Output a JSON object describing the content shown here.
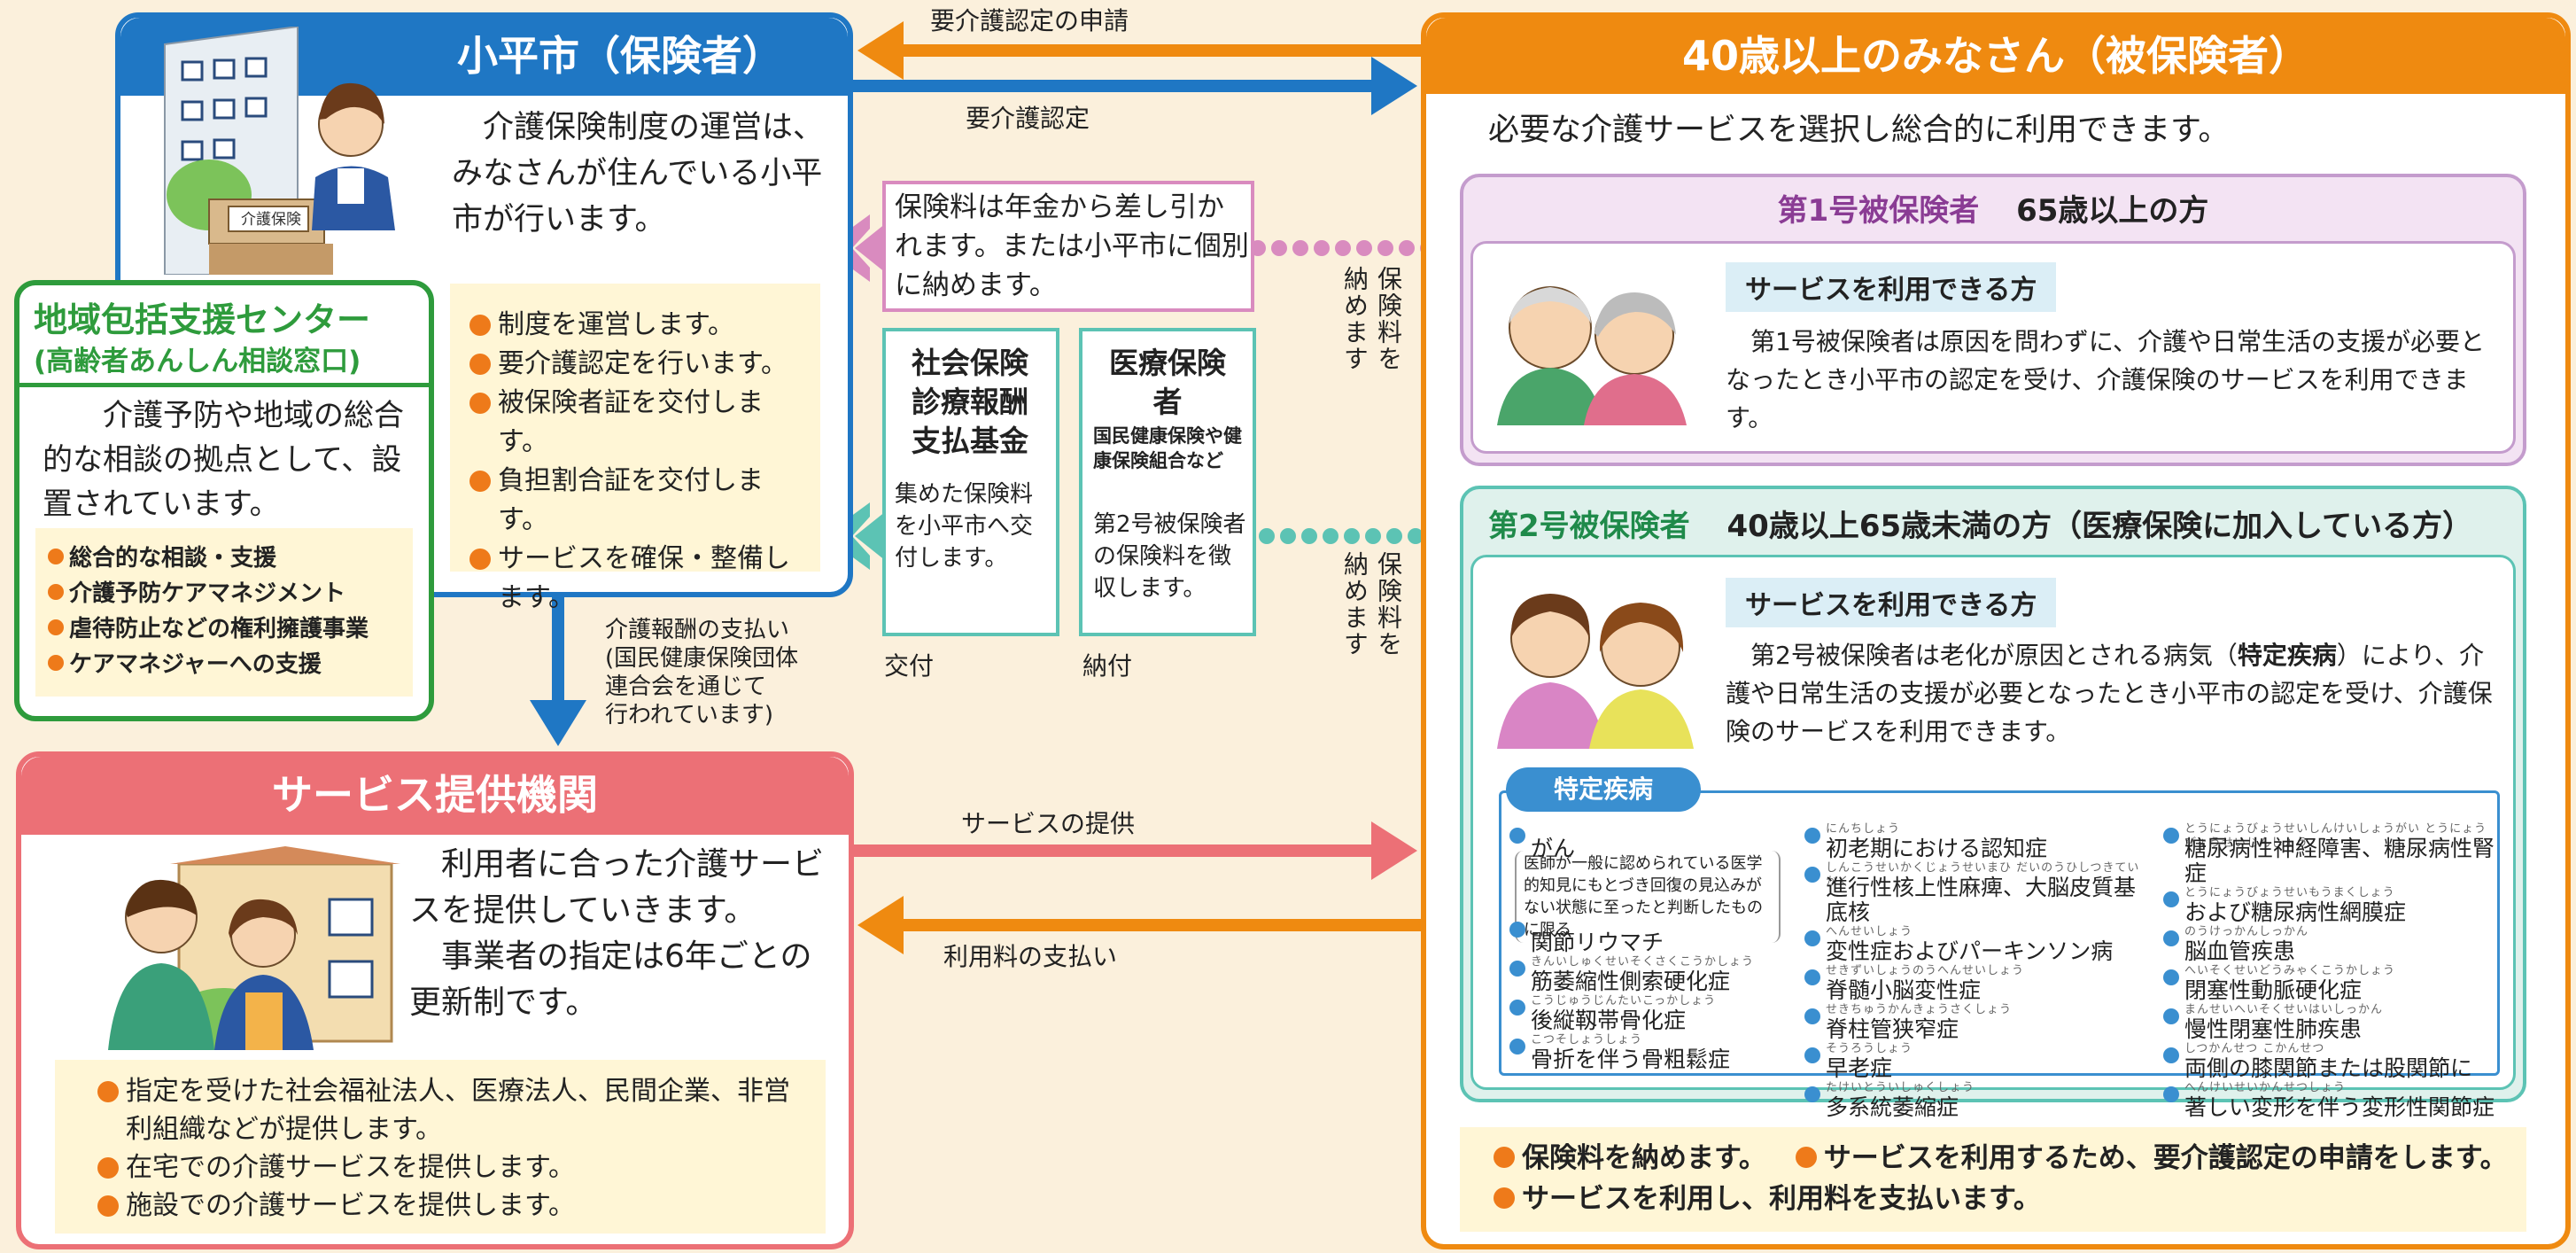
{
  "colors": {
    "bg": "#fbf0dc",
    "blue": "#1f77c4",
    "orange": "#ef8a10",
    "green": "#2e9b3c",
    "pink": "#ec7076",
    "purple": "#c49ccd",
    "teal": "#5cc3b4"
  },
  "arrows": {
    "apply": "要介護認定の申請",
    "certify": "要介護認定",
    "pay_remuneration": "介護報酬の支払い\n(国民健康保険団体\n連合会を通じて\n行われています)",
    "service_provision": "サービスの提供",
    "fee_payment": "利用料の支払い",
    "issue": "交付",
    "pay": "納付",
    "pays_insurance_1": "保険料を\n納めます",
    "pays_insurance_2": "保険料を\n納めます"
  },
  "city": {
    "title": "小平市（保険者）",
    "sign": "介護保険",
    "desc": "介護保険制度の運営は、みなさんが住んでいる小平市が行います。",
    "items": [
      "制度を運営します。",
      "要介護認定を行います。",
      "被保険者証を交付します。",
      "負担割合証を交付します。",
      "サービスを確保・整備します。"
    ]
  },
  "center": {
    "title": "地域包括支援センター",
    "subtitle": "(高齢者あんしん相談窓口)",
    "desc": "介護予防や地域の総合的な相談の拠点として、設置されています。",
    "items": [
      "総合的な相談・支援",
      "介護予防ケアマネジメント",
      "虐待防止などの権利擁護事業",
      "ケアマネジャーへの支援"
    ]
  },
  "pension_note": "保険料は年金から差し引かれます。または小平市に個別に納めます。",
  "fund": {
    "title": "社会保険診療報酬支払基金",
    "desc": "集めた保険料を小平市へ交付します。"
  },
  "insurer": {
    "title": "医療保険者",
    "sub": "国民健康保険や健康保険組合など",
    "desc": "第2号被保険者の保険料を徴収します。"
  },
  "provider": {
    "title": "サービス提供機関",
    "desc1": "利用者に合った介護サービスを提供していきます。",
    "desc2": "事業者の指定は6年ごとの更新制です。",
    "items": [
      "指定を受けた社会福祉法人、医療法人、民間企業、非営利組織などが提供します。",
      "在宅での介護サービスを提供します。",
      "施設での介護サービスを提供します。"
    ]
  },
  "insured": {
    "title": "40歳以上のみなさん（被保険者）",
    "intro": "必要な介護サービスを選択し総合的に利用できます。",
    "p1": {
      "label": "第1号被保険者",
      "age": "65歳以上の方",
      "pill": "サービスを利用できる方",
      "desc": "第1号被保険者は原因を問わずに、介護や日常生活の支援が必要となったとき小平市の認定を受け、介護保険のサービスを利用できます。"
    },
    "p2": {
      "label": "第2号被保険者",
      "age": "40歳以上65歳未満の方（医療保険に加入している方）",
      "pill": "サービスを利用できる方",
      "desc_a": "第2号被保険者は老化が原因とされる病気（",
      "desc_b": "特定疾病",
      "desc_c": "）により、介護や日常生活の支援が必要となったとき小平市の認定を受け、介護保険のサービスを利用できます。"
    },
    "disease": {
      "title": "特定疾病",
      "col1": [
        {
          "r": "",
          "t": "がん"
        },
        {
          "r": "",
          "t": "関節リウマチ"
        },
        {
          "r": "きんいしゅくせいそくさくこうかしょう",
          "t": "筋萎縮性側索硬化症"
        },
        {
          "r": "こうじゅうじんたいこっかしょう",
          "t": "後縦靱帯骨化症"
        },
        {
          "r": "こつそしょうしょう",
          "t": "骨折を伴う骨粗鬆症"
        }
      ],
      "cancer_note": "医師が一般に認められている医学的知見にもとづき回復の見込みがない状態に至ったと判断したものに限る",
      "col2": [
        {
          "r": "にんちしょう",
          "t": "初老期における認知症"
        },
        {
          "r": "しんこうせいかくじょうせいまひ だいのうひしつきていかく",
          "t": "進行性核上性麻痺、大脳皮質基底核"
        },
        {
          "r": "へんせいしょう",
          "t": "変性症およびパーキンソン病"
        },
        {
          "r": "せきずいしょうのうへんせいしょう",
          "t": "脊髄小脳変性症"
        },
        {
          "r": "せきちゅうかんきょうさくしょう",
          "t": "脊柱管狭窄症"
        },
        {
          "r": "そうろうしょう",
          "t": "早老症"
        },
        {
          "r": "たけいとういしゅくしょう",
          "t": "多系統萎縮症"
        }
      ],
      "col3": [
        {
          "r": "とうにょうびょうせいしんけいしょうがい とうにょうびょうせいじんしょう",
          "t": "糖尿病性神経障害、糖尿病性腎症"
        },
        {
          "r": "とうにょうびょうせいもうまくしょう",
          "t": "および糖尿病性網膜症"
        },
        {
          "r": "のうけっかんしっかん",
          "t": "脳血管疾患"
        },
        {
          "r": "へいそくせいどうみゃくこうかしょう",
          "t": "閉塞性動脈硬化症"
        },
        {
          "r": "まんせいへいそくせいはいしっかん",
          "t": "慢性閉塞性肺疾患"
        },
        {
          "r": "しつかんせつ こかんせつ",
          "t": "両側の膝関節または股関節に"
        },
        {
          "r": "へんけいせいかんせつしょう",
          "t": "著しい変形を伴う変形性関節症"
        }
      ]
    },
    "footer": [
      "保険料を納めます。",
      "サービスを利用するため、要介護認定の申請をします。",
      "サービスを利用し、利用料を支払います。"
    ]
  }
}
